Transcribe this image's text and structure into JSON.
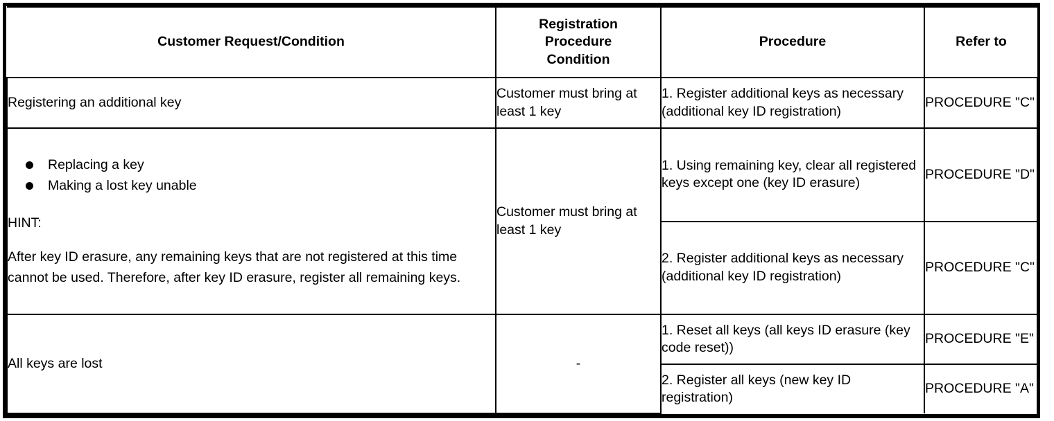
{
  "table": {
    "headers": [
      {
        "id": "customer-request-condition",
        "label": "Customer Request/Condition",
        "lines": [
          "Customer Request/Condition"
        ]
      },
      {
        "id": "registration-procedure-condition",
        "label": "Registration Procedure Condition",
        "lines": [
          "Registration",
          "Procedure",
          "Condition"
        ]
      },
      {
        "id": "procedure",
        "label": "Procedure",
        "lines": [
          "Procedure"
        ]
      },
      {
        "id": "refer-to",
        "label": "Refer to",
        "lines": [
          "Refer to"
        ]
      }
    ],
    "rows": [
      {
        "id": "row-registering-additional-key",
        "condition": {
          "text": "Registering an additional key"
        },
        "registration_condition": "Customer must bring at least 1 key",
        "steps": [
          {
            "procedure": "1. Register additional keys as necessary (additional key ID registration)",
            "refer_to": "PROCEDURE \"C\""
          }
        ]
      },
      {
        "id": "row-replacing-lost-key",
        "condition": {
          "bullets": [
            "Replacing a key",
            "Making a lost key unable"
          ],
          "hint_label": "HINT:",
          "hint_body": "After key ID erasure, any remaining keys that are not registered at this time cannot be used. Therefore, after key ID erasure, register all remaining keys."
        },
        "registration_condition": "Customer must bring at least 1 key",
        "steps": [
          {
            "procedure": "1. Using remaining key, clear all registered keys except one (key ID erasure)",
            "refer_to": "PROCEDURE \"D\""
          },
          {
            "procedure": "2. Register additional keys as necessary (additional key ID registration)",
            "refer_to": "PROCEDURE \"C\""
          }
        ]
      },
      {
        "id": "row-all-keys-lost",
        "condition": {
          "text": "All keys are lost"
        },
        "registration_condition": "-",
        "steps": [
          {
            "procedure": "1. Reset all keys (all keys ID erasure (key code reset))",
            "refer_to": "PROCEDURE \"E\""
          },
          {
            "procedure": "2. Register all keys (new key ID registration)",
            "refer_to": "PROCEDURE \"A\""
          }
        ]
      }
    ]
  },
  "colors": {
    "border": "#000000",
    "background": "#ffffff",
    "text": "#000000"
  }
}
